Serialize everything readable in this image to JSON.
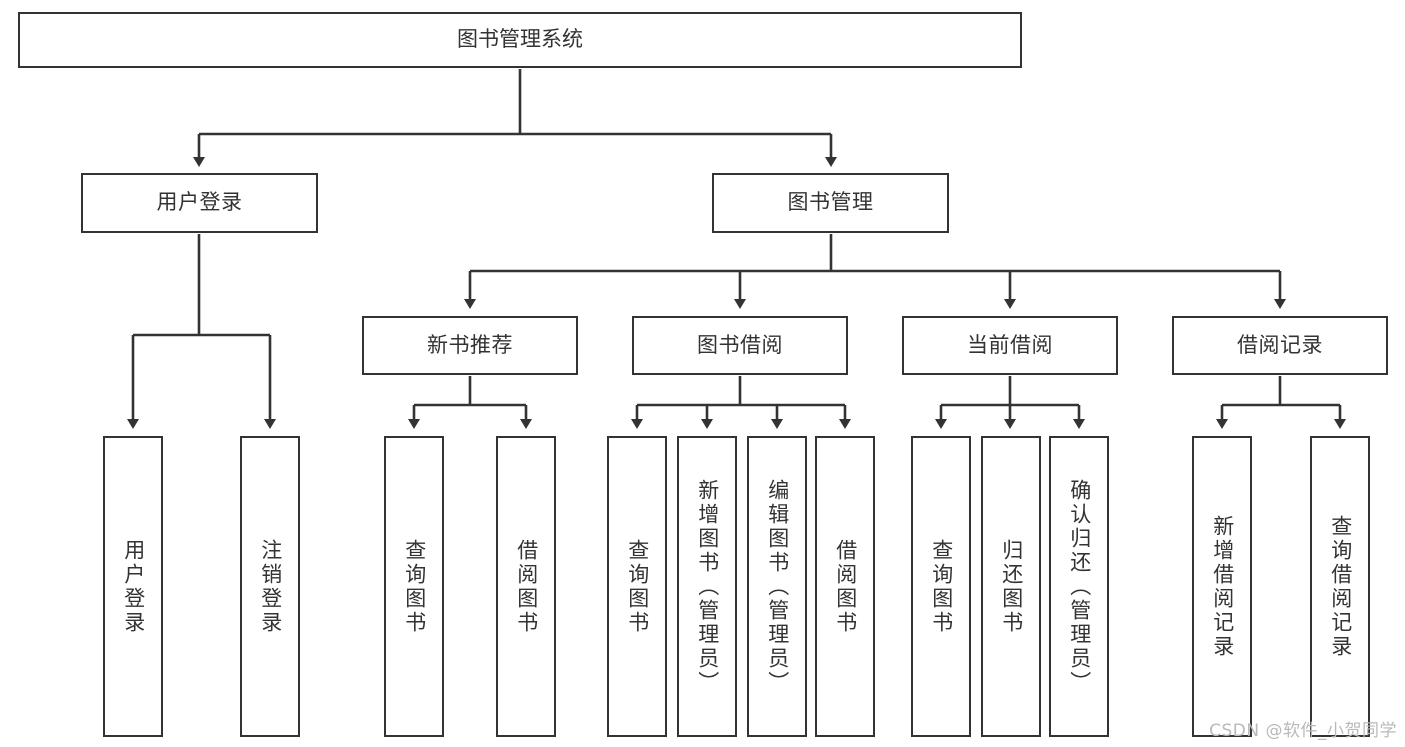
{
  "diagram": {
    "title": "图书管理系统",
    "watermark": "CSDN @软件_小贺同学",
    "line_color": "#333333",
    "box_fill": "#ffffff",
    "text_color": "#333333",
    "background": "#ffffff",
    "root": {
      "label": "图书管理系统"
    },
    "level2": [
      {
        "label": "用户登录"
      },
      {
        "label": "图书管理"
      }
    ],
    "level3": [
      {
        "label": "新书推荐"
      },
      {
        "label": "图书借阅"
      },
      {
        "label": "当前借阅"
      },
      {
        "label": "借阅记录"
      }
    ],
    "leaves": {
      "user_login": [
        {
          "label": "用户登录"
        },
        {
          "label": "注销登录"
        }
      ],
      "new_book_recommend": [
        {
          "label": "查询图书"
        },
        {
          "label": "借阅图书"
        }
      ],
      "book_borrow": [
        {
          "label": "查询图书"
        },
        {
          "label": "新增图书（管理员）"
        },
        {
          "label": "编辑图书（管理员）"
        },
        {
          "label": "借阅图书"
        }
      ],
      "current_borrow": [
        {
          "label": "查询图书"
        },
        {
          "label": "归还图书"
        },
        {
          "label": "确认归还（管理员）"
        }
      ],
      "borrow_record": [
        {
          "label": "新增借阅记录"
        },
        {
          "label": "查询借阅记录"
        }
      ]
    }
  }
}
